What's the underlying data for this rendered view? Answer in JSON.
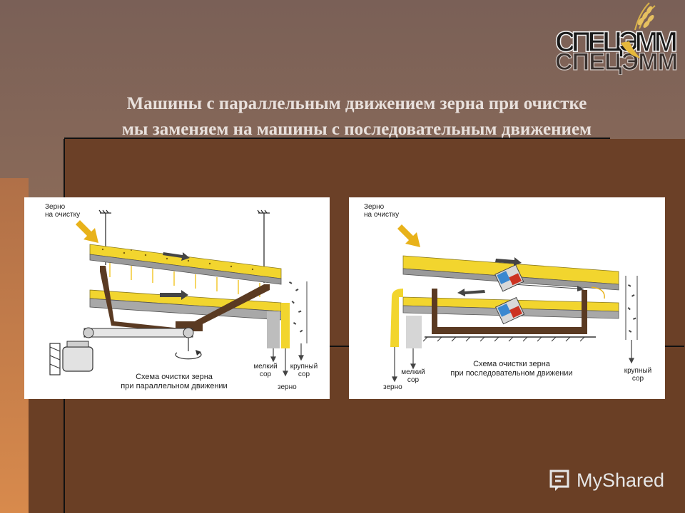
{
  "slide": {
    "title_line1": "Машины с параллельным движением зерна при очистке",
    "title_line2": "мы заменяем на машины с последовательным движением"
  },
  "logo": {
    "text": "СПЕЦЭММ"
  },
  "diagram_left": {
    "input_label_1": "Зерно",
    "input_label_2": "на очистку",
    "caption_1": "Схема очистки зерна",
    "caption_2": "при параллельном движении",
    "out_small_1": "мелкий",
    "out_small_2": "сор",
    "out_large_1": "крупный",
    "out_large_2": "сор",
    "out_grain": "зерно"
  },
  "diagram_right": {
    "input_label_1": "Зерно",
    "input_label_2": "на очистку",
    "caption_1": "Схема очистки зерна",
    "caption_2": "при последовательном движении",
    "out_grain": "зерно",
    "out_small_1": "мелкий",
    "out_small_2": "сор",
    "out_large_1": "крупный",
    "out_large_2": "сор"
  },
  "watermark": {
    "text": "MyShared"
  },
  "colors": {
    "grain": "#f2d52e",
    "frame": "#5a3a22",
    "sieve": "#a8a8a8",
    "arrow": "#e8b21a"
  }
}
